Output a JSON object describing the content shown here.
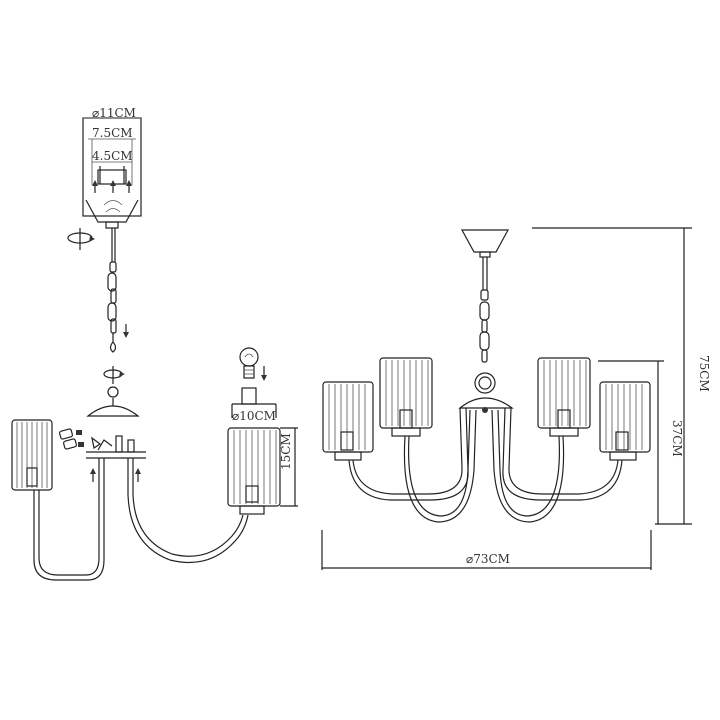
{
  "labels": {
    "mount_diameter": "⌀11CM",
    "mount_depth_outer": "7.5CM",
    "mount_depth_inner": "4.5CM",
    "shade_diameter": "⌀10CM",
    "shade_height": "15CM",
    "total_height": "75CM",
    "body_height": "37CM",
    "total_width": "⌀73CM"
  },
  "colors": {
    "line": "#222222",
    "fill": "#333333",
    "background": "#ffffff"
  }
}
